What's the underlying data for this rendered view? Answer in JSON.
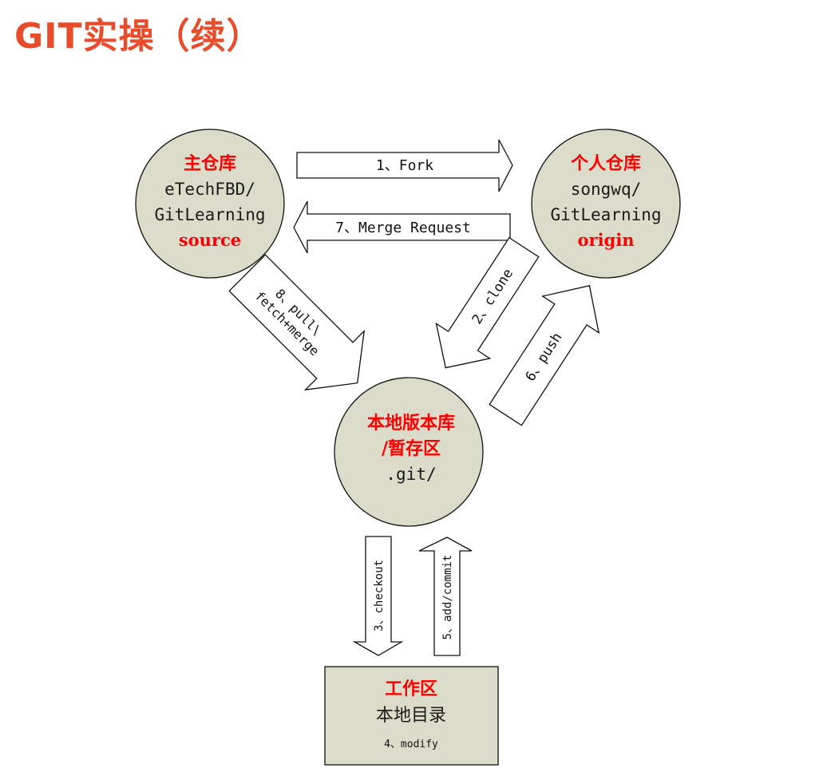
{
  "title": "GIT实操（续）",
  "colors": {
    "title": "#e84c2b",
    "node_fill": "#dcdccb",
    "highlight": "#ff0000",
    "text": "#1a1a1a"
  },
  "nodes": {
    "main_repo": {
      "title": "主仓库",
      "line1": "eTechFBD/",
      "line2": "GitLearning",
      "alias": "source"
    },
    "personal_repo": {
      "title": "个人仓库",
      "line1": "songwq/",
      "line2": "GitLearning",
      "alias": "origin"
    },
    "local_repo": {
      "title_line1": "本地版本库",
      "title_line2": "/暂存区",
      "path": ".git/"
    },
    "workspace": {
      "title": "工作区",
      "subtitle": "本地目录",
      "step": "4、modify"
    }
  },
  "arrows": {
    "fork": "1、Fork",
    "clone": "2、clone",
    "checkout": "3、checkout",
    "add_commit": "5、add/commit",
    "push": "6、push",
    "merge_request": "7、Merge Request",
    "pull_line1": "8、pull\\",
    "pull_line2": "fetch+merge"
  }
}
